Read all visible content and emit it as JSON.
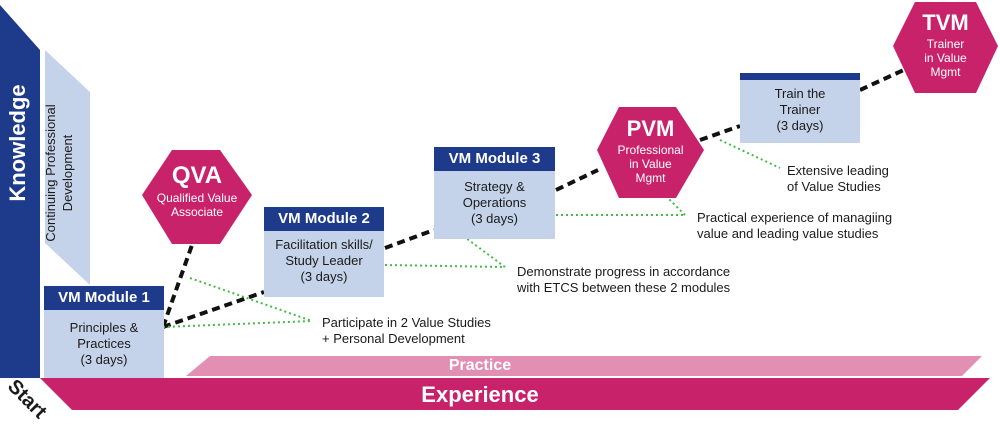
{
  "axis": {
    "knowledge": "Knowledge",
    "start": "Start",
    "cpd": "Continuing Professional Development",
    "practice": "Practice",
    "experience": "Experience"
  },
  "modules": [
    {
      "title": "VM Module 1",
      "body": [
        "Principles &",
        "Practices",
        "(3 days)"
      ]
    },
    {
      "title": "VM Module 2",
      "body": [
        "Facilitation skills/",
        "Study Leader",
        "(3 days)"
      ]
    },
    {
      "title": "VM Module 3",
      "body": [
        "Strategy &",
        "Operations",
        "(3 days)"
      ]
    },
    {
      "title": "",
      "body": [
        "Train the",
        "Trainer",
        "(3 days)"
      ]
    }
  ],
  "certifications": [
    {
      "abbr": "QVA",
      "name": [
        "Qualified Value",
        "Associate"
      ]
    },
    {
      "abbr": "PVM",
      "name": [
        "Professional",
        "in Value",
        "Mgmt"
      ]
    },
    {
      "abbr": "TVM",
      "name": [
        "Trainer",
        "in Value",
        "Mgmt"
      ]
    }
  ],
  "requirements": [
    [
      "Participate in 2 Value Studies",
      "+ Personal Development"
    ],
    [
      "Demonstrate progress in accordance",
      "with ETCS between these 2 modules"
    ],
    [
      "Practical experience of managiing",
      "value and leading value studies"
    ],
    [
      "Extensive leading",
      "of Value Studies"
    ]
  ],
  "colors": {
    "navy": "#1e3a8a",
    "light_blue": "#c5d3ea",
    "magenta": "#c8226a",
    "light_pink": "#e38fb4",
    "connector": "#44bb44"
  }
}
